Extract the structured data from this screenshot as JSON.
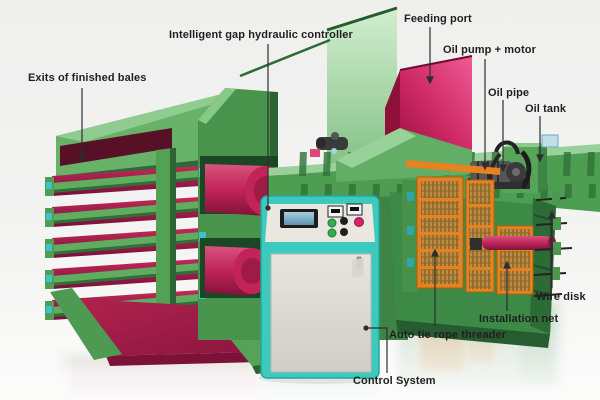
{
  "scene": {
    "description": "Annotated product photo of a horizontal automatic hydraulic baling press machine",
    "background_color": "#f1f1ef"
  },
  "labels": {
    "feeding_port": "Feeding port",
    "intelligent_gap_controller": "Intelligent gap hydraulic controller",
    "exits_finished_bales": "Exits of finished bales",
    "oil_pump_motor": "Oil pump + motor",
    "oil_pipe": "Oil pipe",
    "oil_tank": "Oil tank",
    "wire_disk": "Wire disk",
    "installation_net": "Installation net",
    "auto_tie_rope_threader": "Auto tie rope threader",
    "control_system": "Control System"
  },
  "colors": {
    "machine_green": "#4e9e52",
    "machine_green_dark": "#2f7038",
    "machine_green_pale": "#bfe6bd",
    "bale_chamber_magenta": "#b2224f",
    "hopper_pink": "#e0487e",
    "mesh_orange": "#e8821e",
    "cabinet_teal": "#3cc9bd",
    "cabinet_panel": "#e8e6df",
    "label_text": "#1f1f1f",
    "leader_line": "#2e2e2e"
  }
}
